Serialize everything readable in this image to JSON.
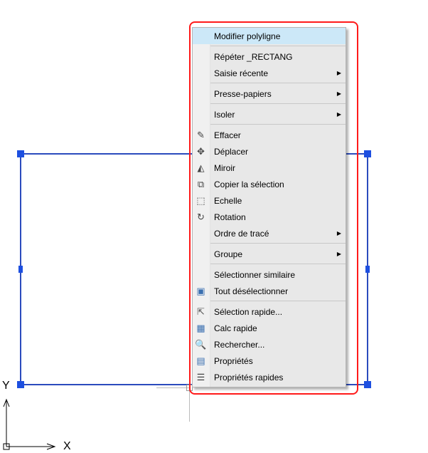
{
  "menu": {
    "items": [
      {
        "label": "Modifier polyligne",
        "icon": "",
        "submenu": false
      },
      {
        "label": "Répéter _RECTANG",
        "icon": "",
        "submenu": false
      },
      {
        "label": "Saisie récente",
        "icon": "",
        "submenu": true
      },
      {
        "label": "Presse-papiers",
        "icon": "",
        "submenu": true
      },
      {
        "label": "Isoler",
        "icon": "",
        "submenu": true
      },
      {
        "label": "Effacer",
        "icon": "eraser-icon",
        "submenu": false
      },
      {
        "label": "Déplacer",
        "icon": "move-icon",
        "submenu": false
      },
      {
        "label": "Miroir",
        "icon": "mirror-icon",
        "submenu": false
      },
      {
        "label": "Copier la sélection",
        "icon": "copy-icon",
        "submenu": false
      },
      {
        "label": "Echelle",
        "icon": "scale-icon",
        "submenu": false
      },
      {
        "label": "Rotation",
        "icon": "rotate-icon",
        "submenu": false
      },
      {
        "label": "Ordre de tracé",
        "icon": "",
        "submenu": true
      },
      {
        "label": "Groupe",
        "icon": "",
        "submenu": true
      },
      {
        "label": "Sélectionner similaire",
        "icon": "",
        "submenu": false
      },
      {
        "label": "Tout désélectionner",
        "icon": "deselect-icon",
        "submenu": false
      },
      {
        "label": "Sélection rapide...",
        "icon": "quick-select-icon",
        "submenu": false
      },
      {
        "label": "Calc rapide",
        "icon": "calculator-icon",
        "submenu": false
      },
      {
        "label": "Rechercher...",
        "icon": "find-icon",
        "submenu": false
      },
      {
        "label": "Propriétés",
        "icon": "properties-icon",
        "submenu": false
      },
      {
        "label": "Propriétés rapides",
        "icon": "quick-properties-icon",
        "submenu": false
      }
    ]
  },
  "ucs": {
    "x_label": "X",
    "y_label": "Y"
  },
  "colors": {
    "selection": "#1d4fe0",
    "highlight": "#cce8f8",
    "annotation": "#ff1a1a"
  }
}
